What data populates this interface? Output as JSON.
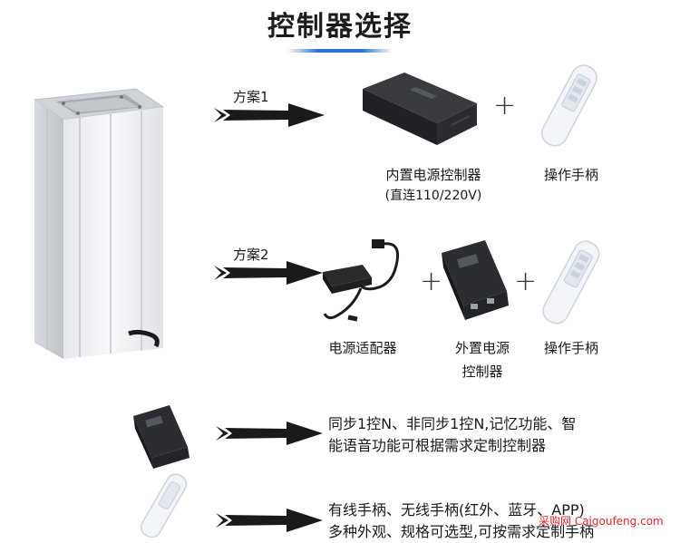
{
  "title": "控制器选择",
  "plan1": {
    "label": "方案1",
    "item1_name": "内置电源控制器",
    "item1_note": "(直连110/220V)",
    "item2_name": "操作手柄",
    "plus": "+"
  },
  "plan2": {
    "label": "方案2",
    "item1_name": "电源适配器",
    "item2_name_line1": "外置电源",
    "item2_name_line2": "控制器",
    "item3_name": "操作手柄",
    "plus": "+"
  },
  "option3": {
    "line1": "同步1控N、非同步1控N,记忆功能、智",
    "line2": "能语音功能可根据需求定制控制器"
  },
  "option4": {
    "line1": "有线手柄、无线手柄(红外、蓝牙、APP)",
    "line2": "多种外观、规格可选型,可按需求定制手柄"
  },
  "watermark": "采购网 Caigoufeng.com",
  "colors": {
    "accent": "#2e6ed2",
    "arrow": "#1a1a1a",
    "watermark": "#e2252c"
  }
}
